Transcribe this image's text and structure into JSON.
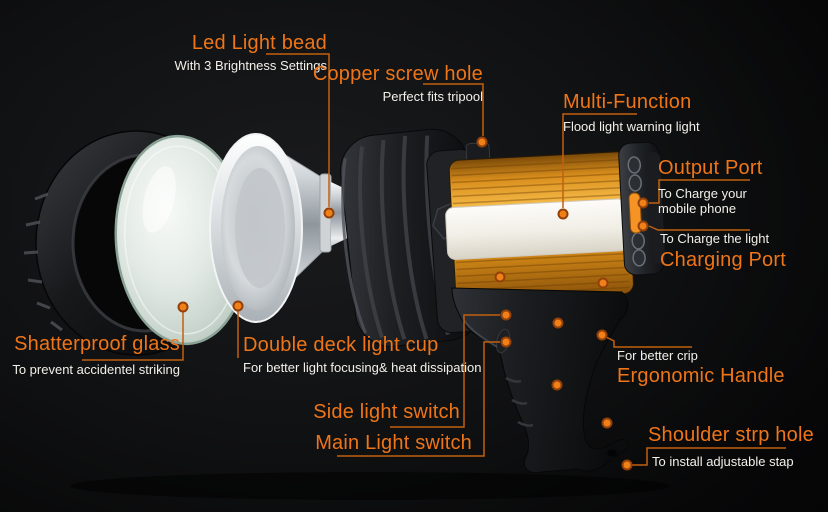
{
  "colors": {
    "accent_title": "#ee7518",
    "leader_line": "#c2600f",
    "pointer_dot": "#f08018",
    "subtitle_text": "#f3f0ea",
    "background": "#0c0d0e",
    "body_gold": "#f2a528",
    "light_strip": "#f1eee6"
  },
  "labels": {
    "led_light_bead": {
      "title": "Led Light bead",
      "subtitle": "With 3 Brightness Settings"
    },
    "copper_screw_hole": {
      "title": "Copper screw hole",
      "subtitle": "Perfect fits tripool"
    },
    "multi_function": {
      "title": "Multi-Function",
      "subtitle": "Flood light warning light"
    },
    "output_port": {
      "title": "Output Port",
      "subtitle": "To Charge your mobile phone"
    },
    "charging_port": {
      "title": "Charging Port",
      "subtitle": "To Charge the light"
    },
    "shatterproof_glass": {
      "title": "Shatterproof glass",
      "subtitle": "To prevent accidentel striking"
    },
    "double_deck_light_cup": {
      "title": "Double deck light cup",
      "subtitle": "For better light focusing& heat dissipation"
    },
    "side_light_switch": {
      "title": "Side light switch"
    },
    "main_light_switch": {
      "title": "Main Light switch"
    },
    "ergonomic_handle": {
      "title": "Ergonomic Handle",
      "subtitle": "For better crip"
    },
    "shoulder_strap_hole": {
      "title": "Shoulder strp hole",
      "subtitle": "To install adjustable stap"
    }
  }
}
